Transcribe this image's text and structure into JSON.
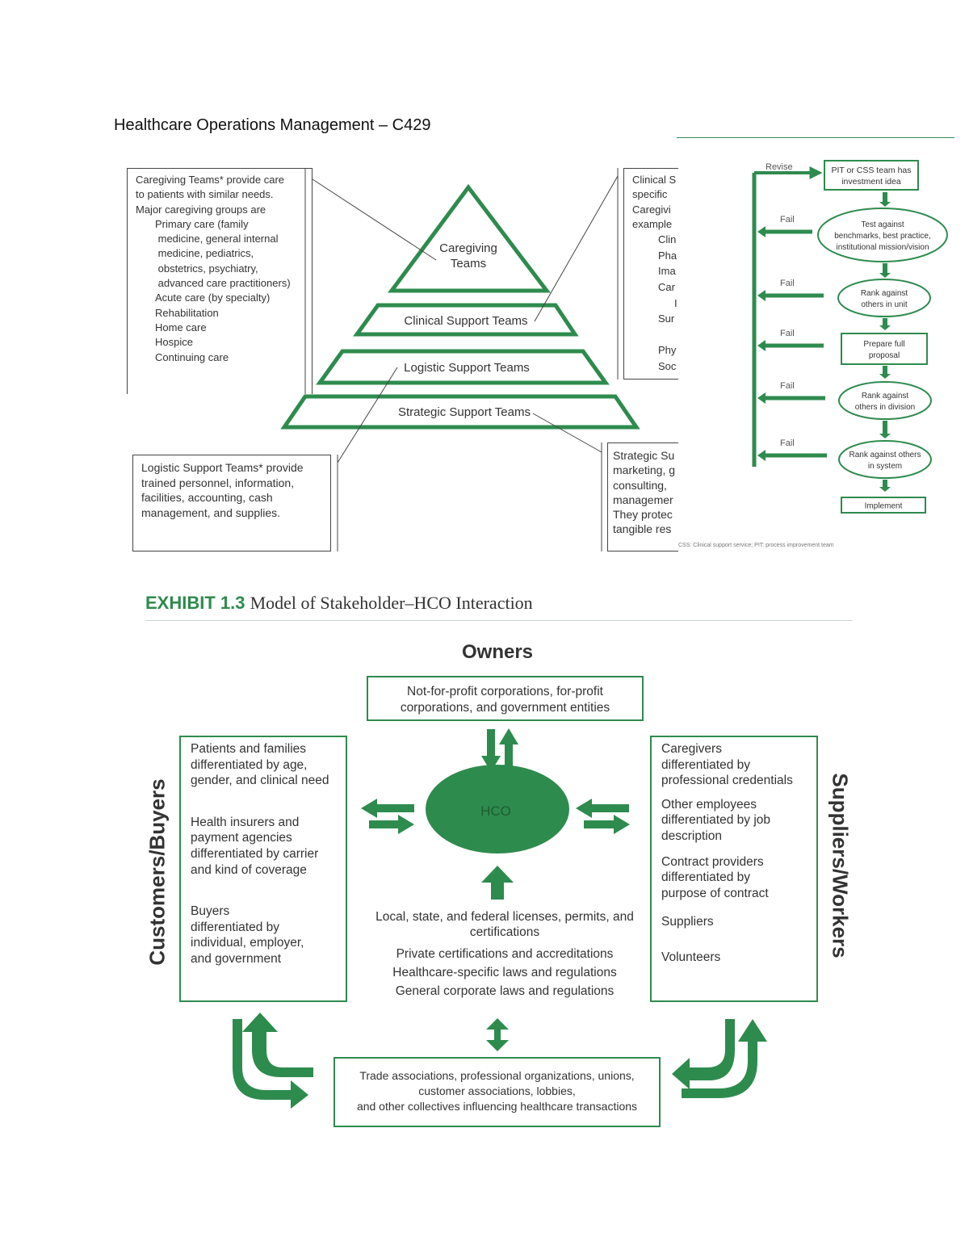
{
  "document": {
    "title": "Healthcare Operations Management – C429"
  },
  "pyramid": {
    "levels": [
      "Caregiving Teams",
      "Clinical Support Teams",
      "Logistic Support Teams",
      "Strategic Support Teams"
    ],
    "caregiving_note": {
      "lines": [
        "Caregiving Teams* provide care",
        "to patients with similar needs.",
        "Major caregiving groups are"
      ],
      "groups": [
        "Primary care (family",
        " medicine, general internal",
        " medicine, pediatrics,",
        " obstetrics, psychiatry,",
        " advanced care practitioners)",
        "Acute care (by specialty)",
        "Rehabilitation",
        "Home care",
        "Hospice",
        "Continuing care"
      ]
    },
    "clinical_note": {
      "lines": [
        "Clinical S",
        "specific",
        "Caregivi",
        "example"
      ],
      "items": [
        "Clin",
        "Pha",
        "Ima",
        "Car",
        "I",
        "Sur",
        "",
        "Phy",
        "Soc"
      ]
    },
    "logistic_note": {
      "lines": [
        "Logistic Support Teams* provide",
        "trained personnel, information,",
        "facilities, accounting, cash",
        "management, and supplies."
      ]
    },
    "strategic_note": {
      "lines": [
        "Strategic Su",
        "marketing, g",
        "consulting, ",
        "managemer",
        "They protec",
        "tangible res"
      ]
    }
  },
  "flowchart": {
    "revise_label": "Revise",
    "fail_label": "Fail",
    "steps": [
      [
        "PIT or CSS team has",
        "investment idea"
      ],
      [
        "Test against",
        "benchmarks, best practice,",
        "institutional mission/vision"
      ],
      [
        "Rank against",
        "others in unit"
      ],
      [
        "Prepare full",
        "proposal"
      ],
      [
        "Rank against",
        "others in division"
      ],
      [
        "Rank against others",
        "in system"
      ],
      [
        "Implement"
      ]
    ],
    "footnote": "CSS: Clinical support service; PIT: process improvement team"
  },
  "exhibit": {
    "label": "EXHIBIT 1.3",
    "caption": "Model of Stakeholder–HCO Interaction",
    "owners_heading": "Owners",
    "owners_box": [
      "Not-for-profit corporations, for-profit",
      "corporations, and government entities"
    ],
    "hco_label": "HCO",
    "customers_label": "Customers/Buyers",
    "suppliers_label": "Suppliers/Workers",
    "customers_items": [
      [
        "Patients and families",
        "differentiated by age,",
        "gender, and clinical need"
      ],
      [
        "Health insurers and",
        "payment agencies",
        "differentiated by carrier",
        "and kind of coverage"
      ],
      [
        "Buyers",
        "differentiated by",
        "individual, employer,",
        "and government"
      ]
    ],
    "suppliers_items": [
      [
        "Caregivers",
        "differentiated by",
        "professional credentials"
      ],
      [
        "Other employees",
        "differentiated by job",
        "description"
      ],
      [
        "Contract providers",
        "differentiated by",
        "purpose of contract"
      ],
      [
        "Suppliers"
      ],
      [
        "Volunteers"
      ]
    ],
    "regulators": [
      "Local, state, and federal licenses, permits, and",
      "certifications",
      "Private certifications and accreditations",
      "Healthcare-specific laws and regulations",
      "General corporate laws and regulations"
    ],
    "collectives_box": [
      "Trade associations, professional organizations, unions,",
      "customer associations, lobbies,",
      "and other collectives influencing healthcare transactions"
    ]
  },
  "colors": {
    "accent_green": "#2e8b4e",
    "text": "#333333"
  }
}
